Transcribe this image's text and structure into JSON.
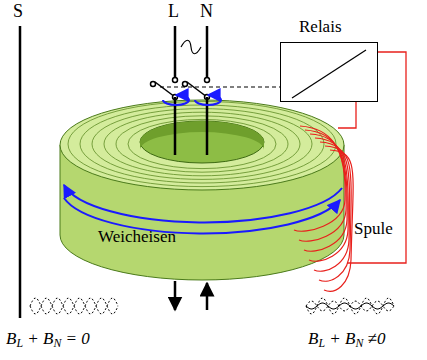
{
  "diagram": {
    "nodes": [
      {
        "text": [
          "Relais"
        ]
      },
      {
        "text": [
          "Weicheisen"
        ]
      }
    ],
    "edges": [
      {
        "from": 0,
        "to": 1,
        "arrow": "none"
      }
    ],
    "labels": [
      "S",
      "L",
      "N",
      "Spule",
      "BL + BN = 0",
      "BL + BN ≠0"
    ]
  }
}
